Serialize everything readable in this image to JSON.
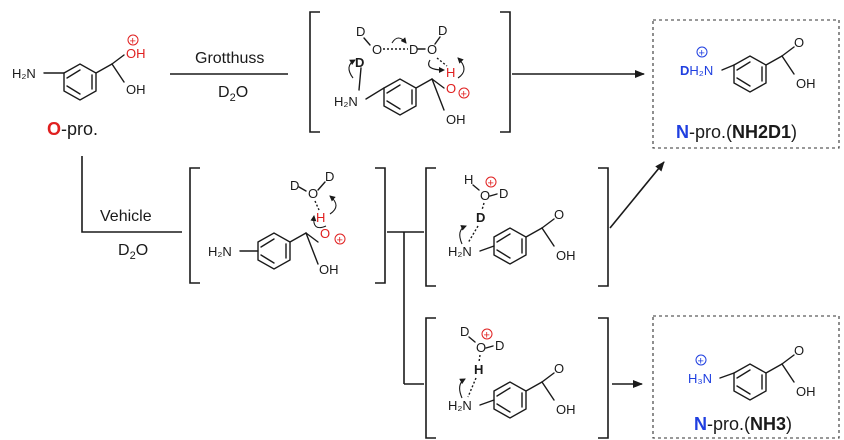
{
  "arrows": {
    "grotthuss": {
      "label": "Grotthuss",
      "reagent_main": "D",
      "reagent_sub": "2",
      "reagent_tail": "O"
    },
    "vehicle": {
      "label": "Vehicle",
      "reagent_main": "D",
      "reagent_sub": "2",
      "reagent_tail": "O"
    }
  },
  "start": {
    "caption_highlight": "O",
    "caption_rest": "-pro.",
    "nh2": "H₂N",
    "oh_top": "OH",
    "oh_bottom": "OH",
    "charge": "+"
  },
  "intermediates": {
    "grotthuss": {
      "water1_d": "D",
      "water1_o": "O",
      "water2_d_left": "D",
      "water2_d_top": "D",
      "water2_o": "O",
      "nd": "D",
      "nh2": "H₂N",
      "h": "H",
      "o": "O",
      "oh": "OH",
      "charge": "+"
    },
    "vehicle": {
      "water_d_left": "D",
      "water_d_right": "D",
      "water_o": "O",
      "h": "H",
      "nh2": "H₂N",
      "o": "O",
      "oh": "OH",
      "charge": "+"
    },
    "branch_upper": {
      "h": "H",
      "water_o": "O",
      "water_d": "D",
      "nd": "D",
      "nh2": "H₂N",
      "o": "O",
      "oh": "OH",
      "charge": "+"
    },
    "branch_lower": {
      "water_d_left": "D",
      "water_o": "O",
      "water_d_right": "D",
      "nh": "H",
      "nh2": "H₂N",
      "o": "O",
      "oh": "OH",
      "charge": "+"
    }
  },
  "products": {
    "nh2d1": {
      "amine_d": "D",
      "amine_rest": "H₂N",
      "o": "O",
      "oh": "OH",
      "charge": "+",
      "caption_highlight": "N",
      "caption_rest": "-pro.(",
      "caption_bold": "NH2D1",
      "caption_close": ")"
    },
    "nh3": {
      "amine": "H₃N",
      "o": "O",
      "oh": "OH",
      "charge": "+",
      "caption_highlight": "N",
      "caption_rest": "-pro.(",
      "caption_bold": "NH3",
      "caption_close": ")"
    }
  },
  "colors": {
    "oxygen_red": "#e02020",
    "nitrogen_blue": "#1f3fe0",
    "ink": "#1a1a1a"
  }
}
